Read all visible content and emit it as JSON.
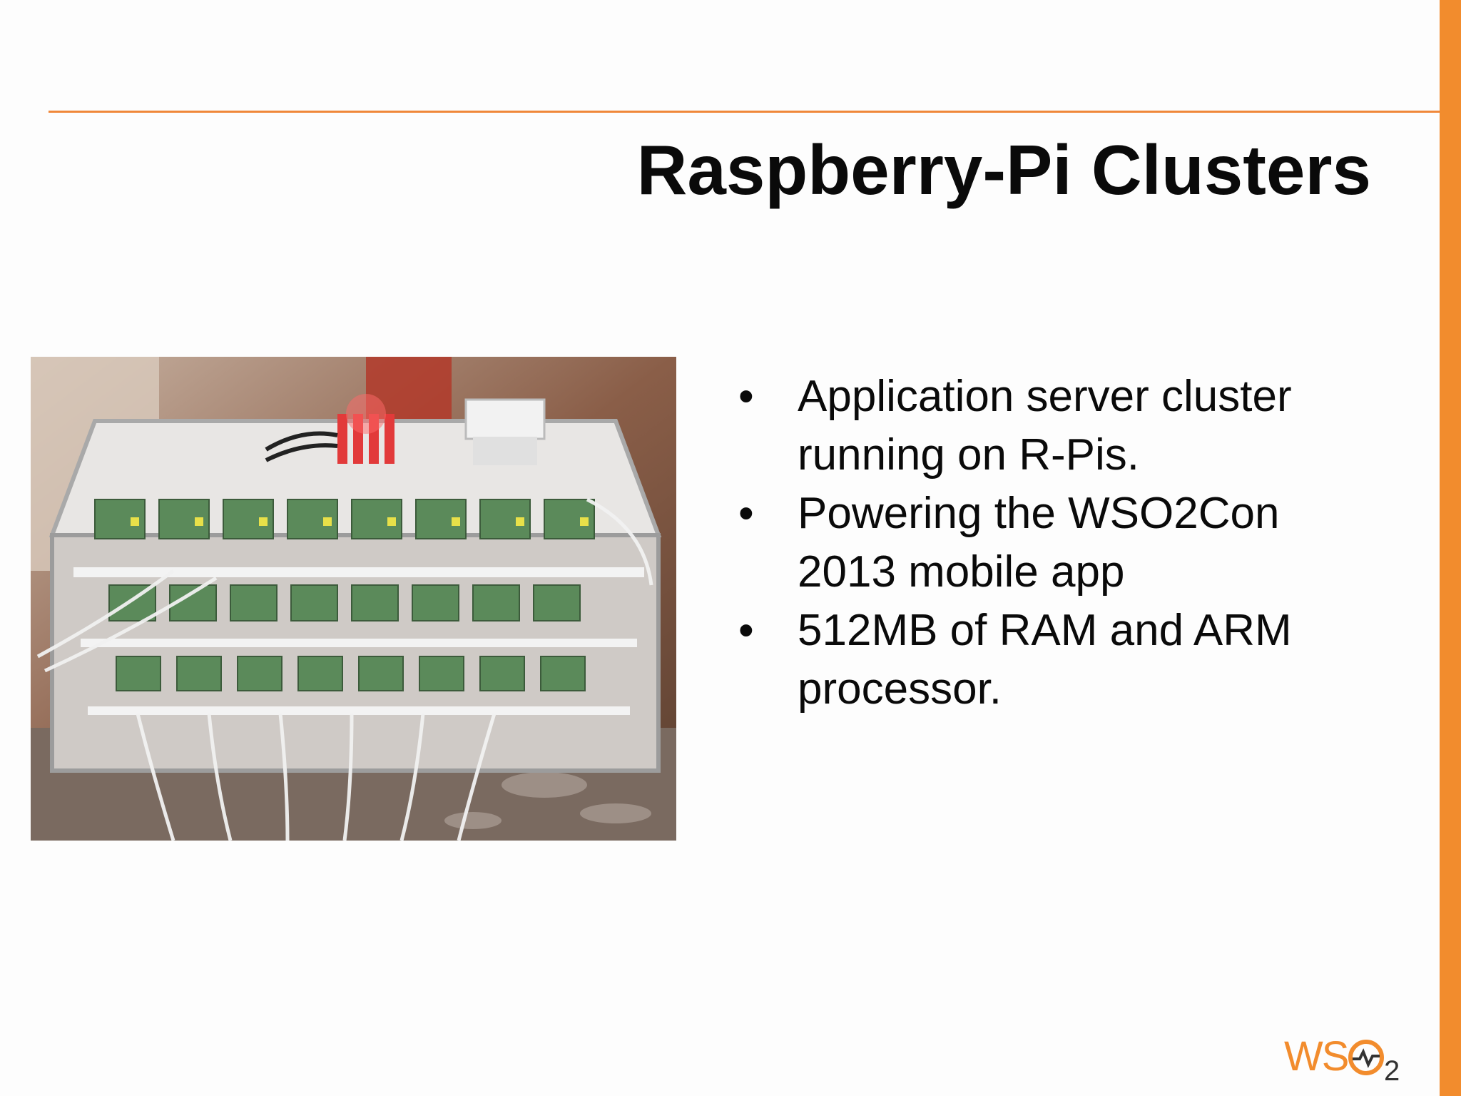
{
  "slide": {
    "title": "Raspberry-Pi Clusters",
    "bullets": [
      "Application server cluster running on R-Pis.",
      "Powering the WSO2Con 2013 mobile app",
      "512MB of RAM and ARM processor."
    ],
    "bullet_symbol": "•",
    "logo_text": "WSO2",
    "colors": {
      "accent": "#f28c2d",
      "rule": "#f0883a",
      "text": "#0a0a0a"
    }
  }
}
